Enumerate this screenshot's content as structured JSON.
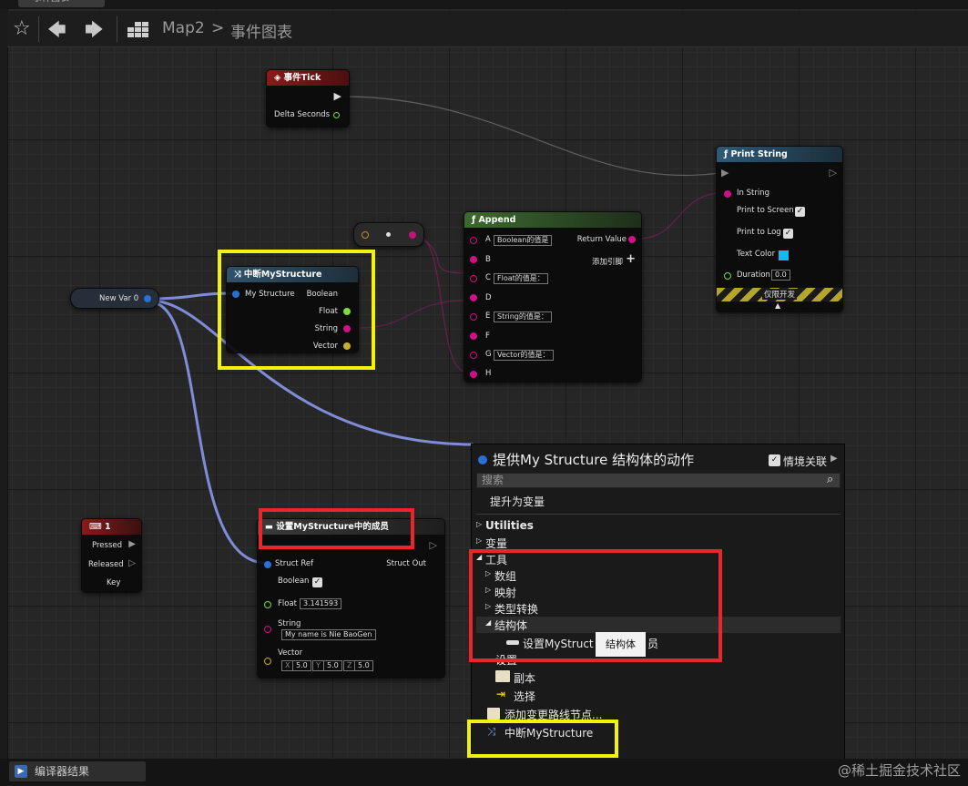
{
  "window": {
    "tab_title": "事件图表"
  },
  "toolbar": {
    "breadcrumb_root": "Map2",
    "breadcrumb_sep": ">",
    "breadcrumb_current": "事件图表"
  },
  "nodes": {
    "event_tick": {
      "title": "事件Tick",
      "delta": "Delta Seconds"
    },
    "new_var": {
      "label": "New Var 0"
    },
    "break_struct": {
      "title": "中断MyStructure",
      "in": "My Structure",
      "boolean": "Boolean",
      "float": "Float",
      "string": "String",
      "vector": "Vector"
    },
    "append": {
      "title": "Append",
      "a": "A",
      "a_val": "Boolean的值是",
      "b": "B",
      "c": "C",
      "c_val": "Float的值是：",
      "d": "D",
      "e": "E",
      "e_val": "String的值是：",
      "f": "F",
      "g": "G",
      "g_val": "Vector的值是：",
      "h": "H",
      "return": "Return Value",
      "add_pin": "添加引脚"
    },
    "print": {
      "title": "Print String",
      "in_string": "In String",
      "print_screen": "Print to Screen",
      "print_log": "Print to Log",
      "text_color": "Text Color",
      "duration": "Duration",
      "duration_val": "0.0",
      "dev_only": "仅限开发"
    },
    "key1": {
      "title": "1",
      "pressed": "Pressed",
      "released": "Released",
      "key": "Key"
    },
    "set_members": {
      "title": "设置MyStructure中的成员",
      "struct_ref": "Struct Ref",
      "struct_out": "Struct Out",
      "boolean": "Boolean",
      "float": "Float",
      "float_val": "3.141593",
      "string": "String",
      "string_val": "My name is Nie BaoGen",
      "vector": "Vector",
      "vx": "X",
      "vx_val": "5.0",
      "vy": "Y",
      "vy_val": "5.0",
      "vz": "Z",
      "vz_val": "5.0"
    }
  },
  "menu": {
    "title": "提供My Structure 结构体的动作",
    "context": "情境关联",
    "search_placeholder": "搜索",
    "promote": "提升为变量",
    "utilities": "Utilities",
    "variables": "变量",
    "tools": "工具",
    "array": "数组",
    "map": "映射",
    "cast": "类型转换",
    "struct": "结构体",
    "set_members_a": "设置MyStruct",
    "set_members_b": "员",
    "tooltip": "结构体",
    "set": "设置",
    "copy": "副本",
    "select": "选择",
    "reroute": "添加变更路线节点...",
    "break": "中断MyStructure"
  },
  "bottom": {
    "tab": "编译器结果"
  },
  "watermark": "@稀土掘金技术社区",
  "colors": {
    "tick_header": "#7a1515",
    "func_header": "#2f4f5f",
    "append_header": "#2e4a2a",
    "struct_pin": "#2a6fd6",
    "string_pin": "#d10f86",
    "wire_struct": "#7f8cd8",
    "highlight_yellow": "#f3f20a",
    "highlight_red": "#e8262c",
    "text_color_swatch": "#17b8f0"
  }
}
